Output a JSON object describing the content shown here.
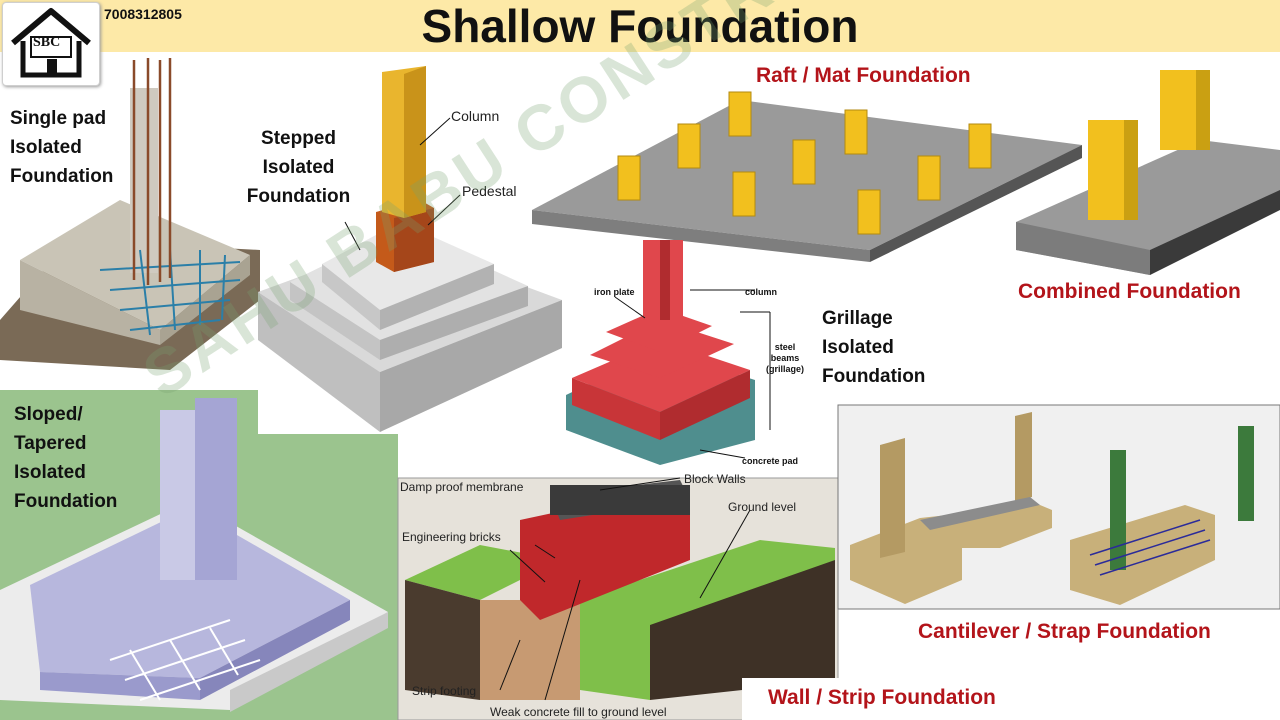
{
  "header": {
    "title": "Shallow Foundation",
    "phone": "7008312805",
    "logo_text": "SBC"
  },
  "sections": {
    "single_pad": "Single pad\nIsolated\nFoundation",
    "stepped": "Stepped\nIsolated\nFoundation",
    "raft": "Raft / Mat Foundation",
    "combined": "Combined Foundation",
    "grillage": "Grillage\nIsolated\nFoundation",
    "sloped": "Sloped/\nTapered\nIsolated\nFoundation",
    "cantilever": "Cantilever / Strap Foundation",
    "wall_strip": "Wall / Strip Foundation"
  },
  "annotations": {
    "column": "Column",
    "pedestal": "Pedestal",
    "iron_plate": "iron plate",
    "grillage_column": "column",
    "steel_beams": "steel\nbeams\n(grillage)",
    "concrete_pad": "concrete pad",
    "block_walls": "Block Walls",
    "damp_proof": "Damp proof membrane",
    "engineering_bricks": "Engineering bricks",
    "ground_level": "Ground level",
    "strip_footing": "Strip footing",
    "weak_concrete": "Weak concrete fill to ground level"
  },
  "watermark": "SAHU BABU CONSTRUCTION",
  "colors": {
    "banner": "#fde9a7",
    "accent_red": "#b3141a",
    "steel_red": "#e0474c",
    "column_yellow": "#f2c01e",
    "slab_gray": "#9a9a9a",
    "sloped_bg": "#9bc48e"
  }
}
